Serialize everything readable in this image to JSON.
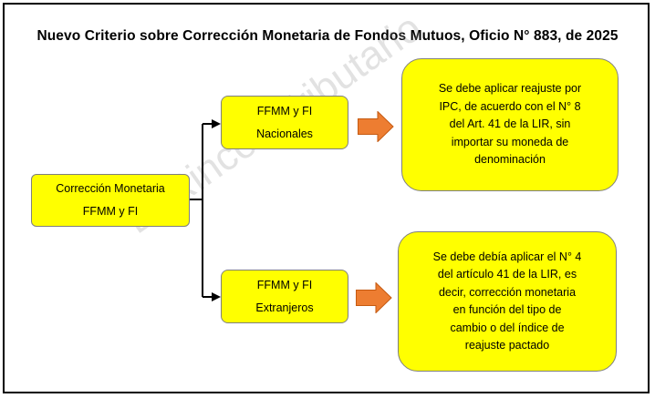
{
  "title": "Nuevo Criterio sobre Corrección Monetaria de Fondos Mutuos, Oficio N° 883, de 2025",
  "root": {
    "lines": [
      "Corrección Monetaria",
      "FFMM y FI"
    ]
  },
  "branches": [
    {
      "label_lines": [
        "FFMM y FI",
        "Nacionales"
      ],
      "result_lines": [
        "Se debe aplicar reajuste por",
        "IPC, de acuerdo con el N° 8",
        "del Art. 41 de la LIR, sin",
        "importar su moneda de",
        "denominación"
      ]
    },
    {
      "label_lines": [
        "FFMM y FI",
        "Extranjeros"
      ],
      "result_lines": [
        "Se debe debía aplicar el N° 4",
        "del artículo 41 de la LIR, es",
        "decir, corrección monetaria",
        "en función del tipo de",
        "cambio o del índice de",
        "reajuste pactado"
      ]
    }
  ],
  "watermark": "El Rincón Tributario",
  "colors": {
    "box_fill": "#ffff00",
    "box_border": "#7f7f7f",
    "arrow_fill": "#ed7d31",
    "arrow_border": "#c55a11",
    "watermark": "#969696"
  }
}
